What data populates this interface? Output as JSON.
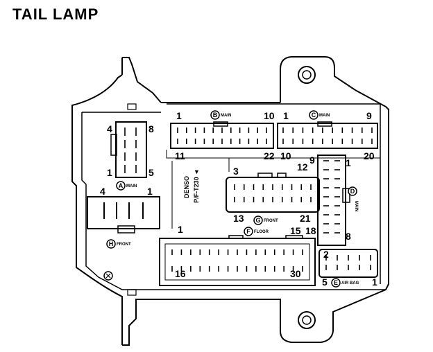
{
  "title": "TAIL LAMP",
  "connectors": {
    "A": {
      "letter": "A",
      "tag": "MAIN",
      "pins": {
        "top_left": "4",
        "top_right": "8",
        "bottom_left": "1",
        "bottom_right": "5"
      }
    },
    "B": {
      "letter": "B",
      "tag": "MAIN",
      "pins": {
        "top_left": "1",
        "top_right": "10",
        "bottom_left": "11",
        "bottom_right": "22"
      }
    },
    "C": {
      "letter": "C",
      "tag": "MAIN",
      "pins": {
        "top_left": "1",
        "top_right": "9",
        "bottom_left": "10",
        "bottom_right": "20"
      }
    },
    "D": {
      "letter": "D",
      "tag": "MAIN",
      "pins": {
        "top_left": "9",
        "top_right": "1",
        "bottom_left": "18",
        "bottom_right": "8"
      }
    },
    "E": {
      "letter": "E",
      "tag": "AIR BAG",
      "pins": {
        "top_left": "2",
        "top_right": "",
        "bottom_left": "5",
        "bottom_right": "1"
      }
    },
    "F": {
      "letter": "F",
      "tag": "FLOOR",
      "pins": {
        "top_left": "1",
        "top_right": "15",
        "bottom_left": "16",
        "bottom_right": "30"
      }
    },
    "G": {
      "letter": "G",
      "tag": "FRONT",
      "pins": {
        "top_left": "3",
        "top_right": "12",
        "bottom_left": "13",
        "bottom_right": "21"
      }
    },
    "H": {
      "letter": "H",
      "tag": "FRONT",
      "pins": {
        "top_left": "4",
        "top_right": "1"
      }
    }
  },
  "center_marking": "P/F-T230 ◄",
  "center_logo": "DENSO"
}
